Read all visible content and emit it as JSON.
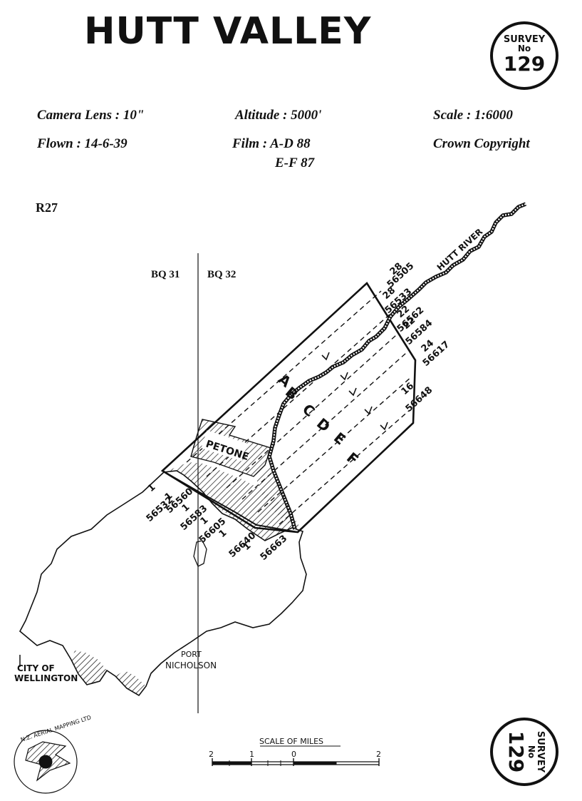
{
  "header": {
    "title": "HUTT VALLEY",
    "badge_top": {
      "line1": "SURVEY",
      "line2": "No",
      "number": "129"
    }
  },
  "info": {
    "camera_lens": "Camera Lens : 10\"",
    "altitude": "Altitude : 5000'",
    "scale": "Scale : 1:6000",
    "flown": "Flown : 14-6-39",
    "film_ad": "Film : A-D  88",
    "film_ef": "E-F  87",
    "copyright": "Crown Copyright"
  },
  "map": {
    "run_label": "R27",
    "grid_left": "BQ 31",
    "grid_right": "BQ 32",
    "river_label": "HUTT RIVER",
    "town_label": "PETONE",
    "place_port": "PORT NICHOLSON",
    "place_port_l1": "PORT",
    "place_port_l2": "NICHOLSON",
    "city_l1": "CITY OF",
    "city_l2": "WELLINGTON",
    "strips": [
      "A",
      "B",
      "C",
      "D",
      "E",
      "F"
    ],
    "frames_top": [
      {
        "count": "28",
        "num": "56505"
      },
      {
        "count": "28",
        "num": "56533"
      },
      {
        "count": "22",
        "num": "56562"
      },
      {
        "count": "22",
        "num": "56584"
      },
      {
        "count": "24",
        "num": "56617"
      },
      {
        "count": "16",
        "num": "56648"
      }
    ],
    "frames_bottom": [
      {
        "count": "1",
        "num": "56532"
      },
      {
        "count": "1",
        "num": "56560"
      },
      {
        "count": "1",
        "num": "56583"
      },
      {
        "count": "1",
        "num": "56605"
      },
      {
        "count": "1",
        "num": "56640"
      },
      {
        "count": "1",
        "num": "56663"
      }
    ]
  },
  "scale_bar": {
    "title": "SCALE OF MILES",
    "ticks": [
      "2",
      "1",
      "0",
      "2"
    ]
  },
  "footer": {
    "logo_text": "N.Z. AERIAL MAPPING LTD",
    "badge_bottom": {
      "line1": "SURVEY",
      "line2": "No",
      "number": "129"
    }
  }
}
